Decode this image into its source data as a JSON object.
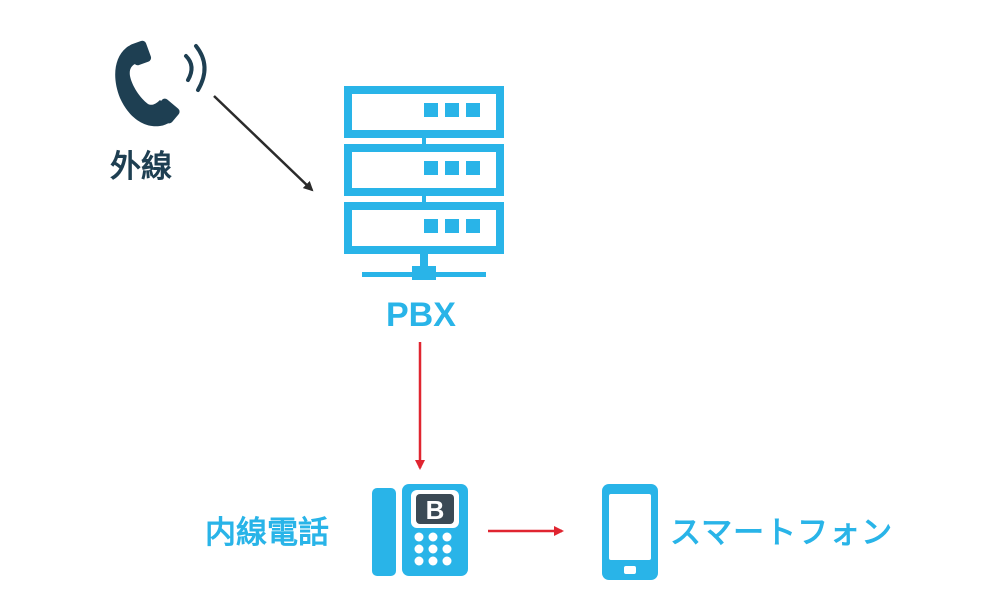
{
  "labels": {
    "outside_line": "外線",
    "pbx": "PBX",
    "extension_phone": "内線電話",
    "smartphone": "スマートフォン"
  },
  "phone_badge": "B",
  "colors": {
    "blue": "#29b4e8",
    "dark_navy": "#1e3f52",
    "red_arrow": "#e02530",
    "black_arrow": "#2b2b2b",
    "background": "#ffffff"
  },
  "icons": [
    "telephone-handset-icon",
    "server-rack-icon",
    "desk-phone-icon",
    "smartphone-icon"
  ]
}
